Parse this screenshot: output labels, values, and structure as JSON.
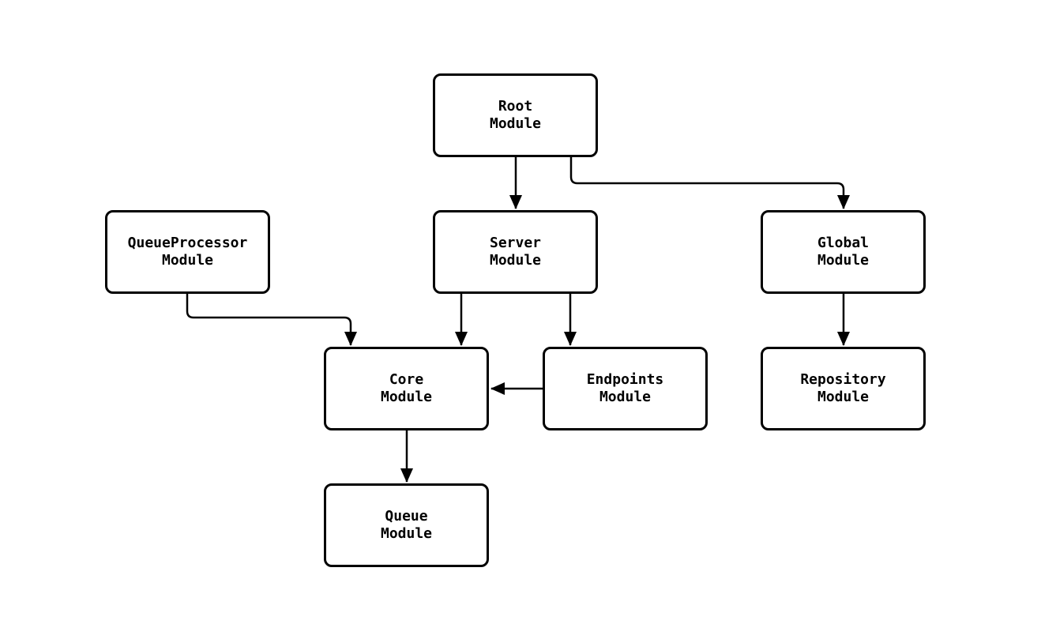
{
  "diagram": {
    "background_color": "#ffffff",
    "node_fill_color": "#ffffff",
    "node_border_color": "#000000",
    "edge_color": "#000000",
    "text_color": "#000000",
    "nodes": {
      "root": {
        "label": "Root\nModule"
      },
      "server": {
        "label": "Server\nModule"
      },
      "global": {
        "label": "Global\nModule"
      },
      "queueprocessor": {
        "label": "QueueProcessor\nModule"
      },
      "core": {
        "label": "Core\nModule"
      },
      "endpoints": {
        "label": "Endpoints\nModule"
      },
      "repository": {
        "label": "Repository\nModule"
      },
      "queue": {
        "label": "Queue\nModule"
      }
    },
    "edges": [
      {
        "from": "Root Module",
        "to": "Server Module"
      },
      {
        "from": "Root Module",
        "to": "Global Module"
      },
      {
        "from": "QueueProcessor Module",
        "to": "Core Module"
      },
      {
        "from": "Server Module",
        "to": "Core Module"
      },
      {
        "from": "Server Module",
        "to": "Endpoints Module"
      },
      {
        "from": "Endpoints Module",
        "to": "Core Module"
      },
      {
        "from": "Global Module",
        "to": "Repository Module"
      },
      {
        "from": "Core Module",
        "to": "Queue Module"
      }
    ]
  }
}
